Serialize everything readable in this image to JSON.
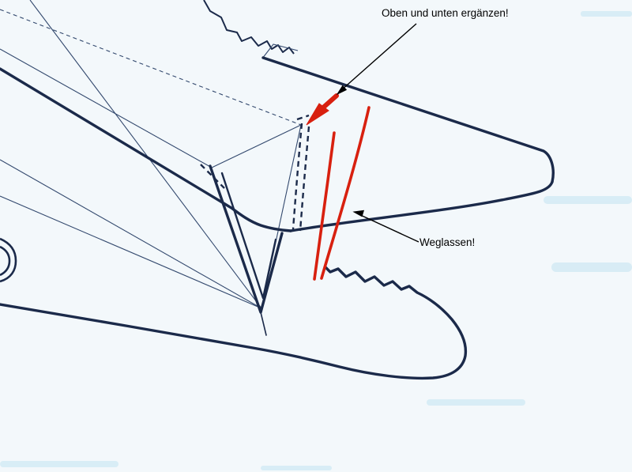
{
  "page": {
    "description": "Scanned model-aircraft plan sheet (biplane wing drawing) with hand-drawn red correction marks and two German annotations",
    "background": "#f3f8fb"
  },
  "annotations": {
    "top_note": {
      "label": "Oben und unten ergänzen!"
    },
    "mid_note": {
      "label": "Weglassen!"
    }
  },
  "colors": {
    "paper": "#f3f8fb",
    "ink": "#1b2a4a",
    "thin": "#33496e",
    "red": "#d8200f",
    "streak": "#cfe9f4",
    "text": "#000000"
  }
}
